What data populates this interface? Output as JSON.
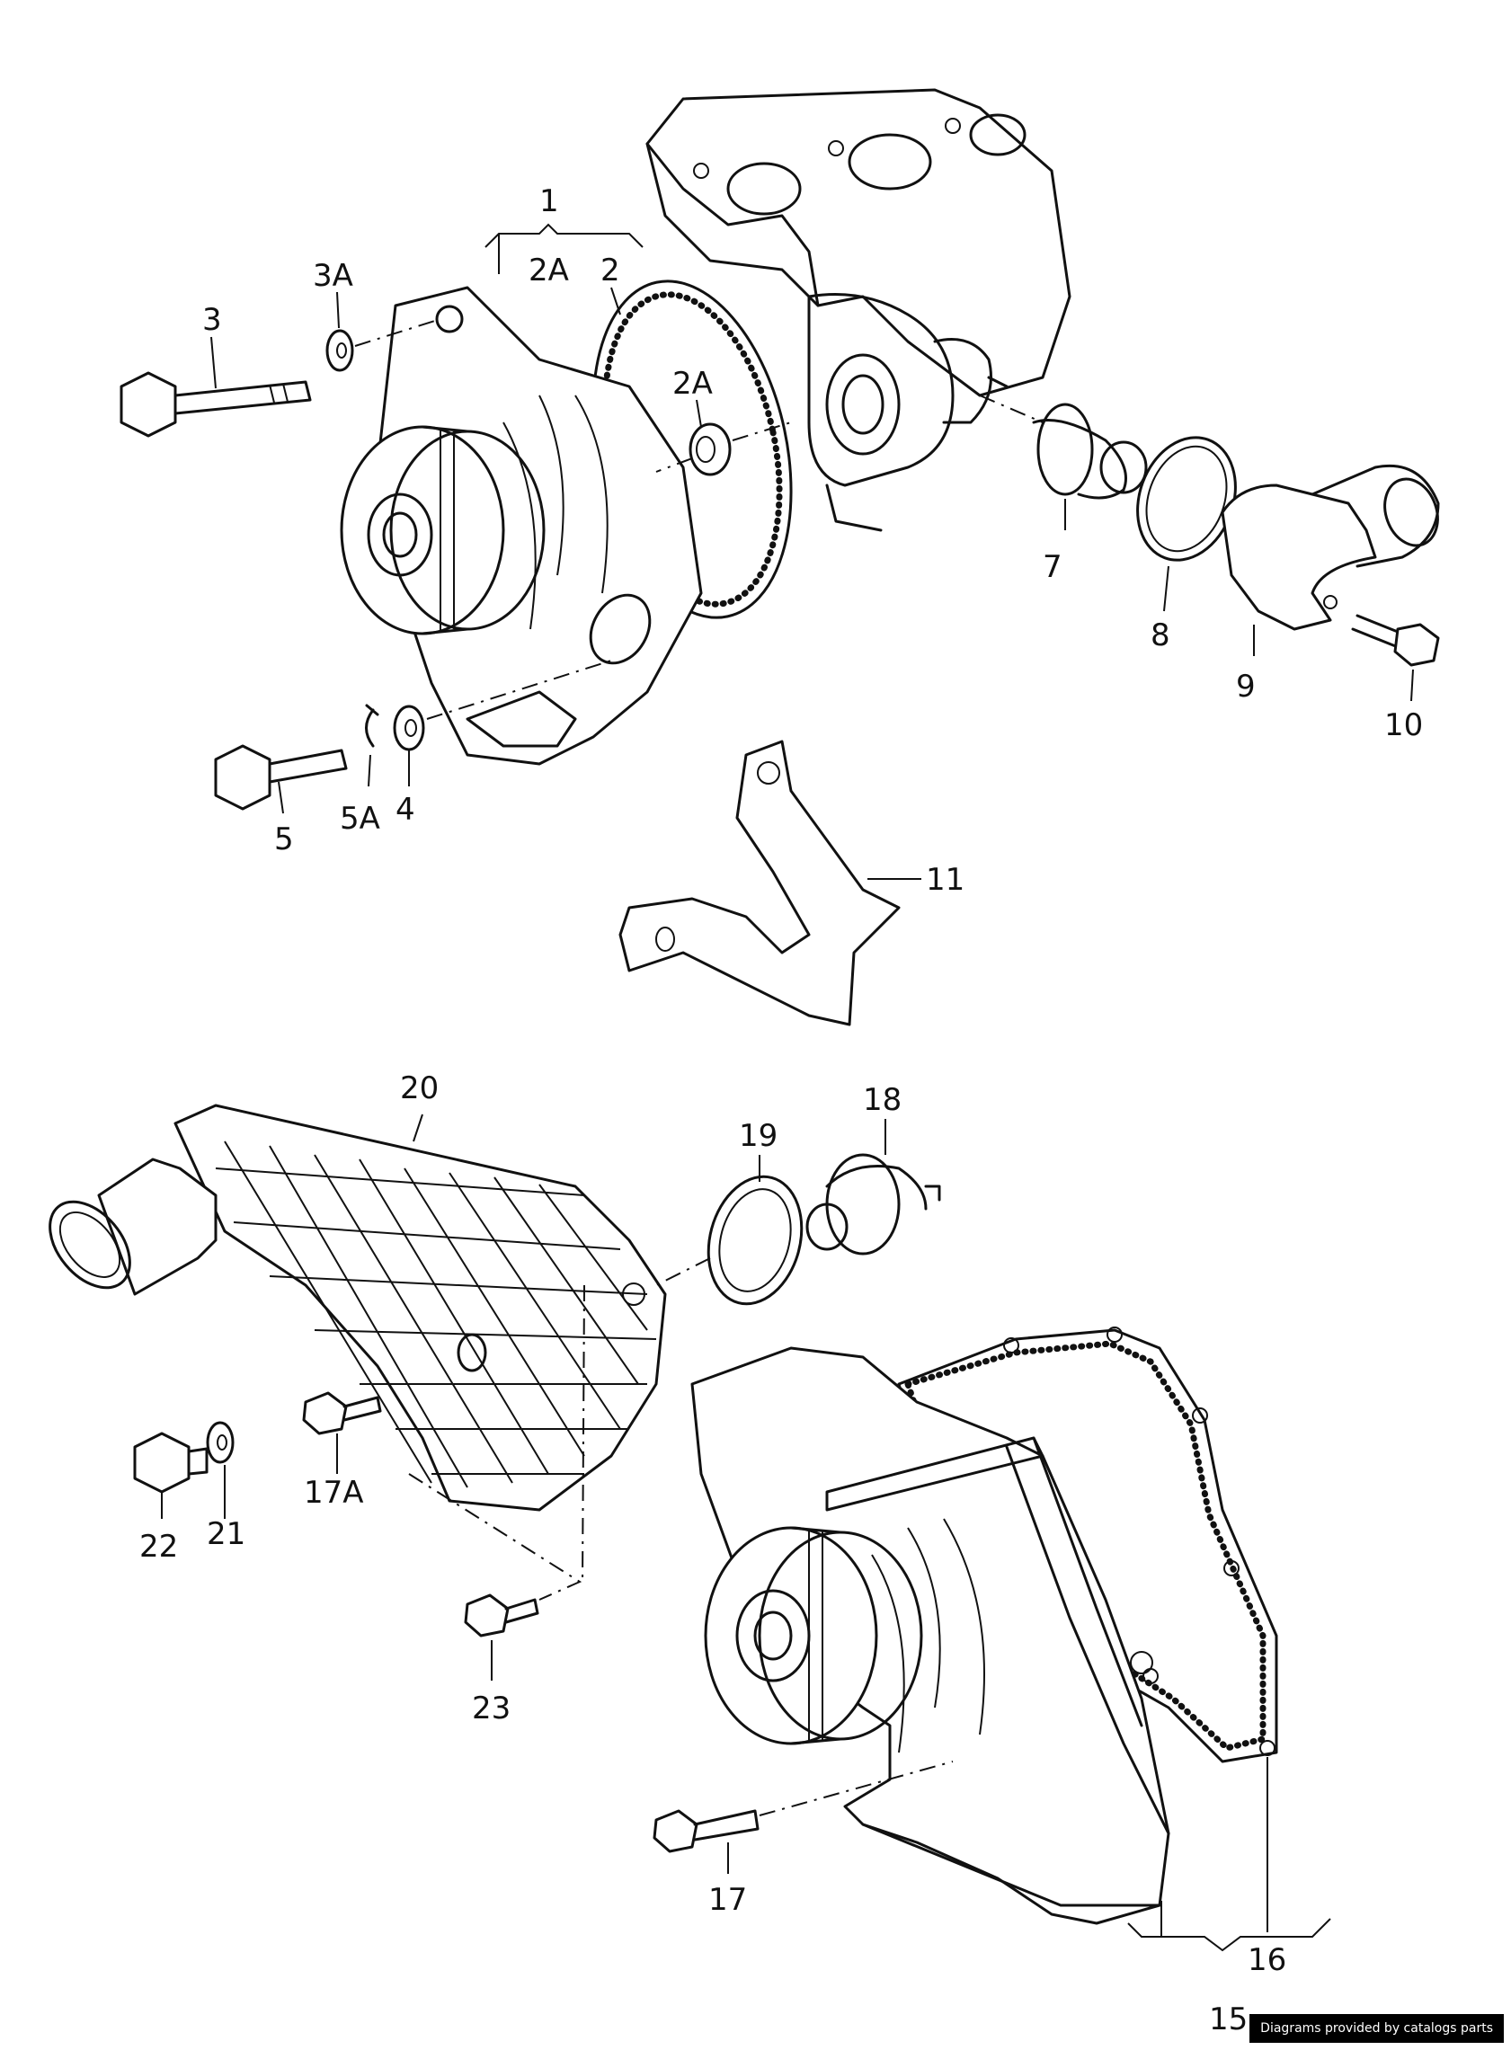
{
  "labels": {
    "p1": "1",
    "p2a_top": "2A",
    "p2": "2",
    "p3a": "3A",
    "p3": "3",
    "p2a_mid": "2A",
    "p7": "7",
    "p8": "8",
    "p9": "9",
    "p10": "10",
    "p4": "4",
    "p5": "5",
    "p5a": "5A",
    "p11": "11",
    "p20": "20",
    "p19": "19",
    "p18": "18",
    "p17a": "17A",
    "p22": "22",
    "p21": "21",
    "p23": "23",
    "p17": "17",
    "p16": "16",
    "p15": "15"
  },
  "credit": "Diagrams provided by catalogs parts"
}
